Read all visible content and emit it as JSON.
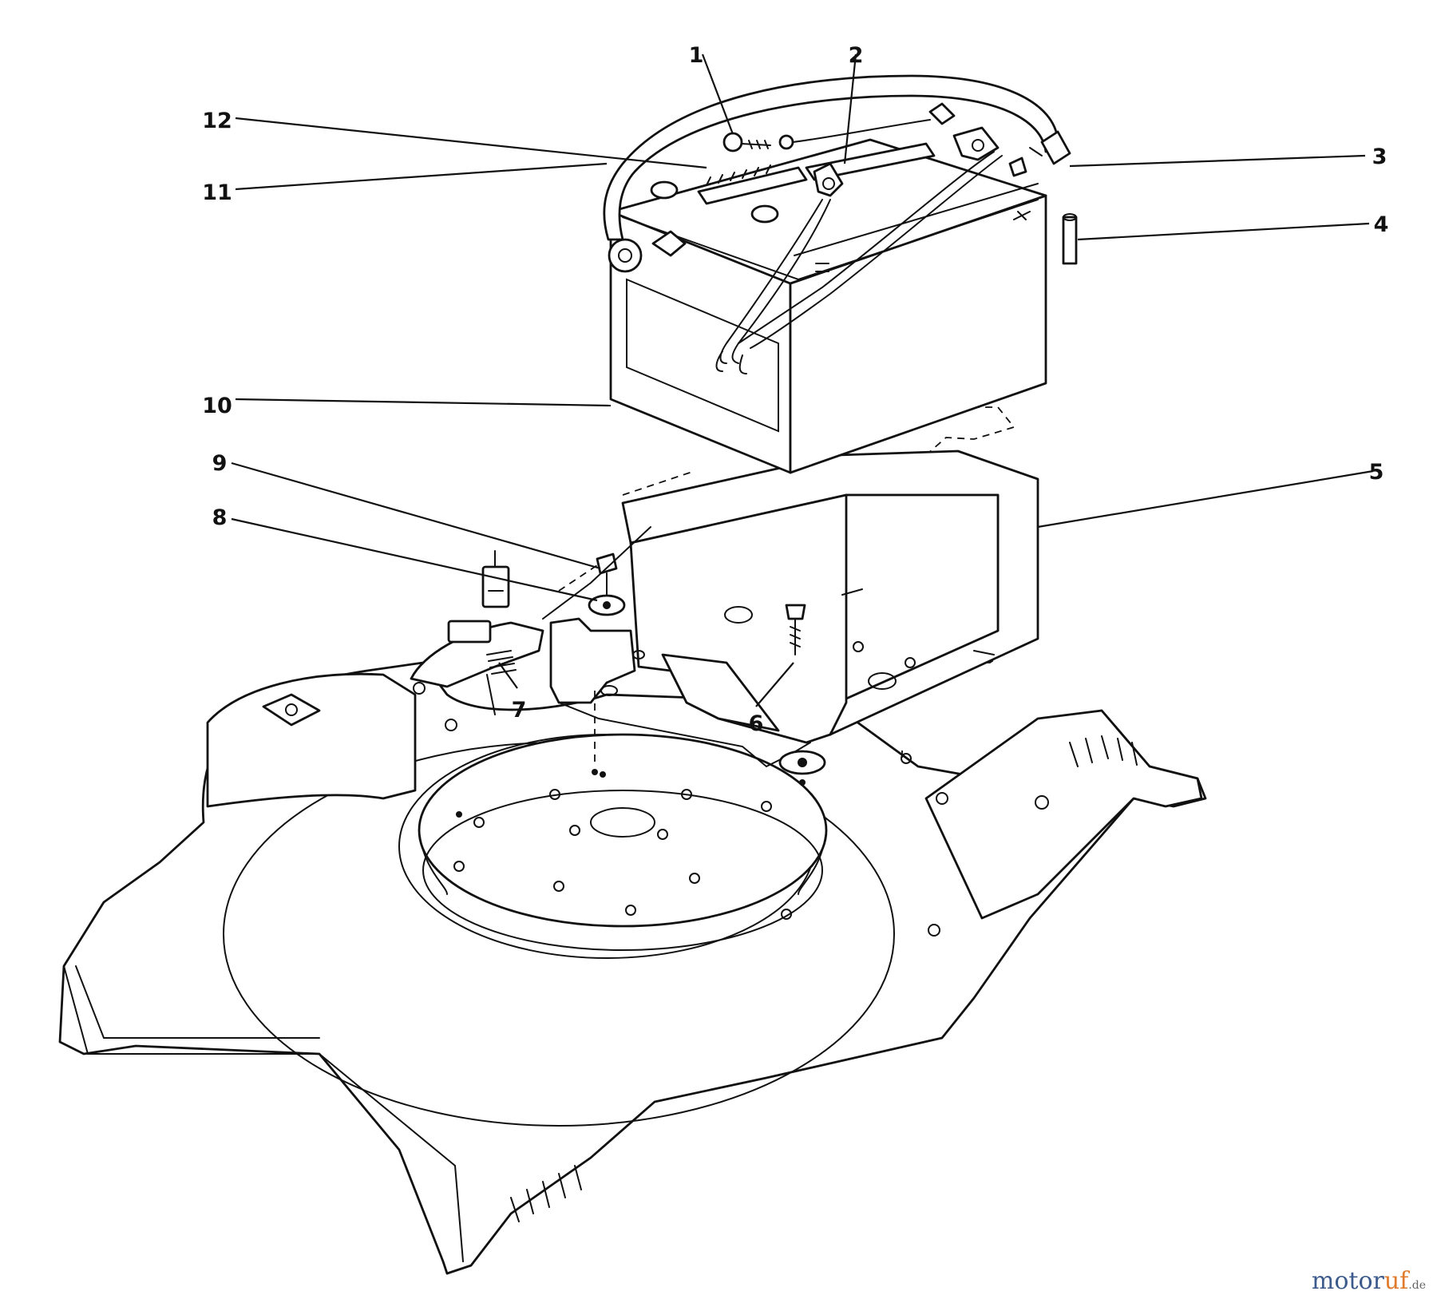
{
  "diagram": {
    "callouts": [
      {
        "id": "1",
        "label": "1"
      },
      {
        "id": "2",
        "label": "2"
      },
      {
        "id": "3",
        "label": "3"
      },
      {
        "id": "4",
        "label": "4"
      },
      {
        "id": "5",
        "label": "5"
      },
      {
        "id": "6",
        "label": "6"
      },
      {
        "id": "7",
        "label": "7"
      },
      {
        "id": "8",
        "label": "8"
      },
      {
        "id": "9",
        "label": "9"
      },
      {
        "id": "10",
        "label": "10"
      },
      {
        "id": "11",
        "label": "11"
      },
      {
        "id": "12",
        "label": "12"
      }
    ]
  },
  "watermark": {
    "main": "motor",
    "accent": "uf",
    "suffix": ".de"
  },
  "colors": {
    "line": "#111111",
    "background": "#ffffff",
    "watermark_blue": "#3d5a8c",
    "watermark_orange": "#e07b2e"
  }
}
